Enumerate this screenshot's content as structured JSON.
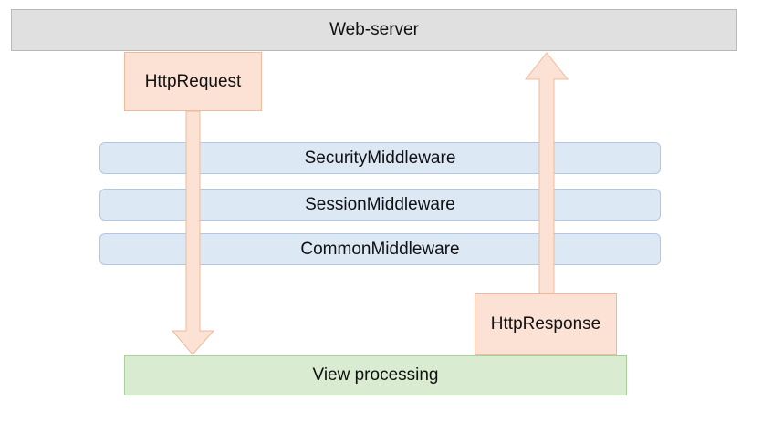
{
  "diagram": {
    "server_label": "Web-server",
    "request_label": "HttpRequest",
    "response_label": "HttpResponse",
    "middlewares": [
      "SecurityMiddleware",
      "SessionMiddleware",
      "CommonMiddleware"
    ],
    "view_label": "View processing"
  },
  "colors": {
    "server_fill": "#e0e0e0",
    "middleware_fill": "#dde8f5",
    "view_fill": "#d9ecd1",
    "arrow_fill": "#fbe2d5",
    "arrow_stroke": "#f0b99b"
  }
}
